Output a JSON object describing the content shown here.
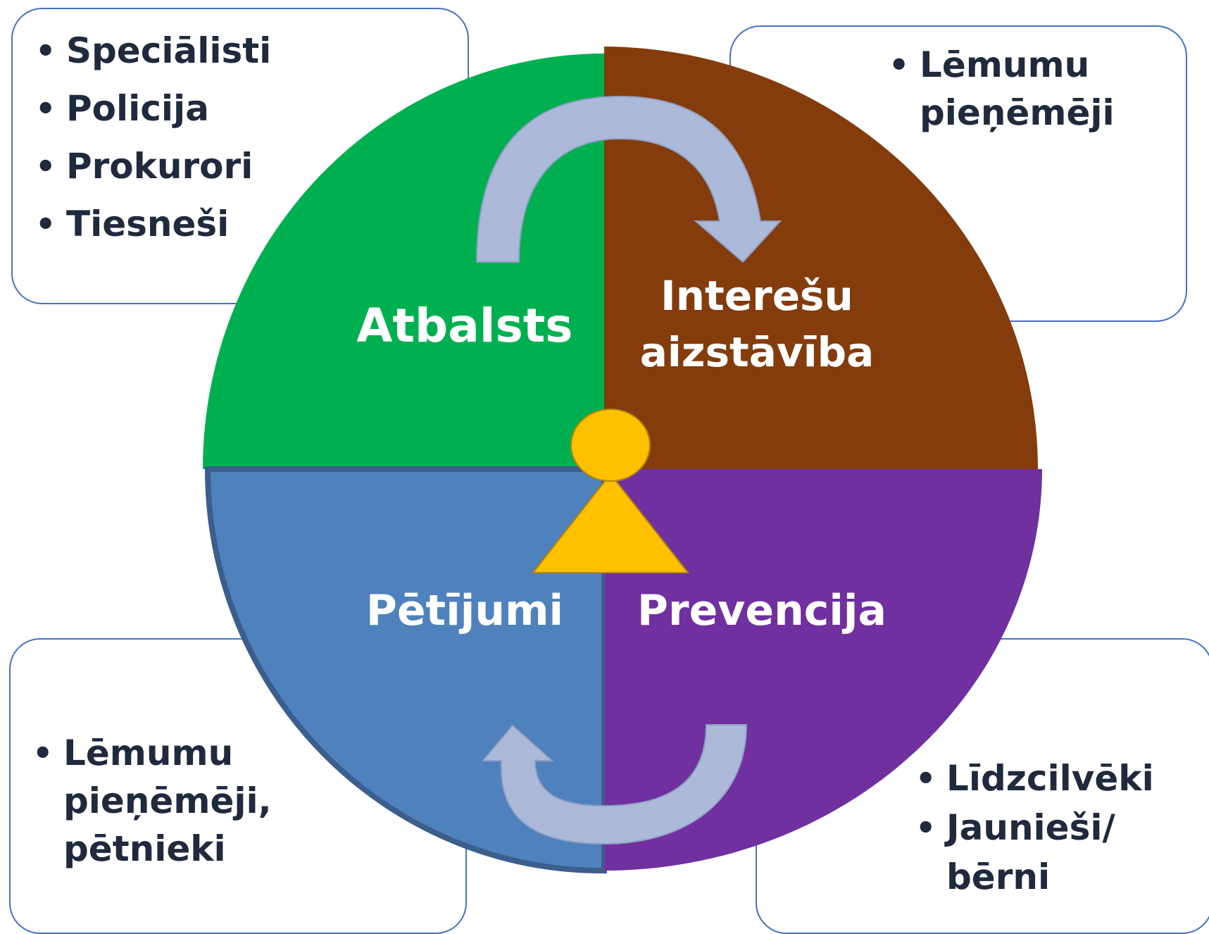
{
  "colors": {
    "atbalsts": "#00b050",
    "interesu_aizstaviba": "#843c0c",
    "petijumi": "#4f81bd",
    "prevencija": "#7030a0",
    "arrow": "#adb9d9",
    "person": "#ffc000",
    "box_border": "#4472c4",
    "text_dark": "#1f2a3d"
  },
  "quadrants": {
    "top_left": "Atbalsts",
    "top_right": "Interešu aizstāvība",
    "bottom_left": "Pētījumi",
    "bottom_right": "Prevencija"
  },
  "boxes": {
    "top_left": [
      "Speciālisti",
      "Policija",
      "Prokurori",
      "Tiesneši"
    ],
    "top_right": [
      "Lēmumu pieņēmēji"
    ],
    "bottom_left": [
      "Lēmumu pieņēmēji, pētnieki"
    ],
    "bottom_right": [
      "Līdzcilvēki",
      "Jaunieši/ bērni"
    ]
  },
  "icons": {
    "center": "person-icon",
    "top_arrow": "curved-arrow-icon",
    "bottom_arrow": "curved-arrow-icon"
  }
}
